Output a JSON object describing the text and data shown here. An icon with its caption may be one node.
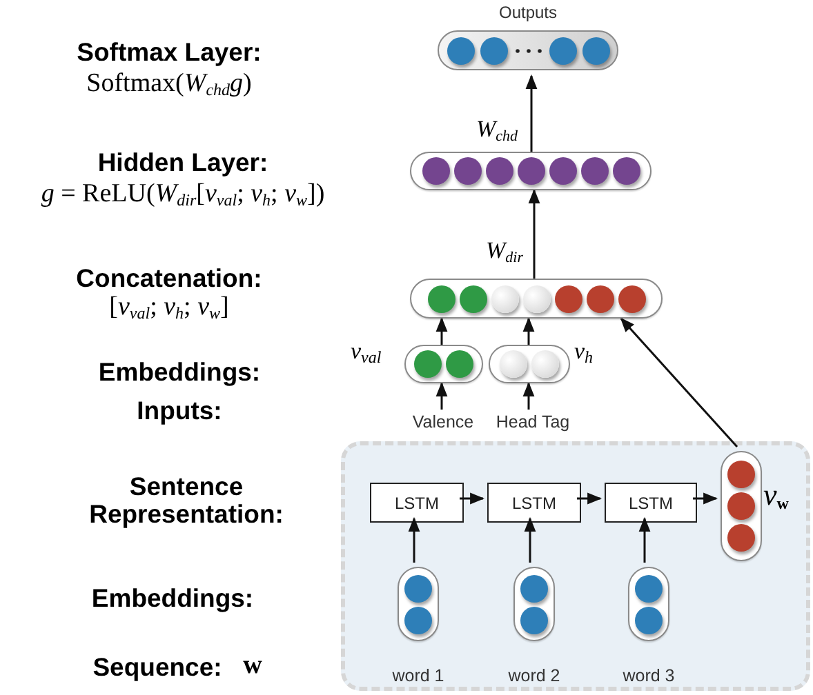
{
  "diagram": {
    "nodes": [
      {
        "text": [
          "Outputs"
        ]
      },
      {
        "text": [],
        "shape": "pill"
      },
      {
        "text": [],
        "shape": "pill"
      },
      {
        "text": [],
        "shape": "pill",
        "beside": [
          "*v*$_{val}$"
        ]
      },
      {
        "text": [],
        "shape": "pill",
        "beside": [
          "*v*$_{h}$"
        ]
      },
      {
        "text": [
          "Valence"
        ]
      },
      {
        "text": [
          "Head Tag"
        ]
      },
      {
        "text": [],
        "shape": "box"
      },
      {
        "text": [
          "LSTM"
        ],
        "in": 7
      },
      {
        "text": [
          "LSTM"
        ],
        "in": 7
      },
      {
        "text": [
          "LSTM"
        ],
        "in": 7
      },
      {
        "text": [],
        "shape": "pill",
        "in": 7
      },
      {
        "text": [],
        "shape": "pill",
        "in": 7
      },
      {
        "text": [],
        "shape": "pill",
        "in": 7
      },
      {
        "text": [],
        "shape": "pill",
        "in": 7,
        "beside": [
          "*v*$_{w}$"
        ]
      },
      {
        "text": [
          "word 1"
        ],
        "in": 7
      },
      {
        "text": [
          "word 2"
        ],
        "in": 7
      },
      {
        "text": [
          "word 3"
        ],
        "in": 7
      }
    ],
    "edges": [
      {
        "from": 1,
        "to": 0,
        "arrow": "to",
        "label": "*W*$_{chd}$"
      },
      {
        "from": 2,
        "to": 1,
        "arrow": "to",
        "label": "*W*$_{dir}$"
      },
      {
        "from": 3,
        "to": 2,
        "arrow": "to"
      },
      {
        "from": 4,
        "to": 2,
        "arrow": "to"
      },
      {
        "from": 5,
        "to": 3,
        "arrow": "to"
      },
      {
        "from": 6,
        "to": 4,
        "arrow": "to"
      },
      {
        "from": 14,
        "to": 2,
        "arrow": "to"
      },
      {
        "from": 8,
        "to": 9,
        "arrow": "to"
      },
      {
        "from": 9,
        "to": 10,
        "arrow": "to"
      },
      {
        "from": 10,
        "to": 14,
        "arrow": "to"
      },
      {
        "from": 11,
        "to": 8,
        "arrow": "to"
      },
      {
        "from": 12,
        "to": 9,
        "arrow": "to"
      },
      {
        "from": 13,
        "to": 10,
        "arrow": "to"
      }
    ],
    "labels": [
      "Softmax Layer:",
      "Softmax(*W*$_{chd}$*g*)",
      "Hidden Layer:",
      "*g* = ReLU(*W*$_{dir}$[*v*$_{val}$; *v*$_{h}$; *v*$_{w}$])",
      "Concatenation:",
      "[*v*$_{val}$; *v*$_{h}$; *v*$_{w}$]",
      "Embeddings:",
      "Inputs:",
      "Sentence Representation:",
      "Embeddings:",
      "Sequence:",
      "**w**"
    ]
  }
}
